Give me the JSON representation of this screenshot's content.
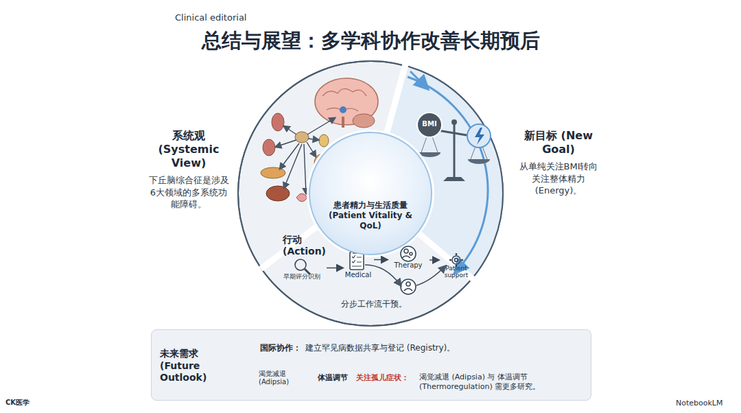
{
  "diagram": {
    "title": "总结与展望：多学科协作改善长期预后",
    "nodes": [
      {
        "text": [
          "系统观 (Systemic View)",
          "下丘脑综合征是涉及6大领域的多系统功能障碍。"
        ]
      },
      {
        "text": [
          "新目标 (New Goal)",
          "从单纯关注BMI转向关注整体精力 (Energy)。"
        ]
      },
      {
        "text": [
          "患者精力与生活质量 (Patient Vitality & QoL)"
        ]
      },
      {
        "text": [
          "行动 (Action)",
          "分步工作流干预。"
        ]
      },
      {
        "text": [
          "早期评分识别"
        ],
        "in": 3
      },
      {
        "text": [
          "Medical"
        ],
        "in": 3
      },
      {
        "text": [
          "Therapy"
        ],
        "in": 3
      },
      {
        "text": [
          "Patient support"
        ],
        "in": 3
      },
      {
        "text": [
          "未来需求 (Future Outlook)",
          "国际协作：",
          "建立罕见病数据共享与登记 (Registry)。",
          "渴觉减退 (Adipsia)",
          "体温调节",
          "关注孤儿症状：",
          "渴觉减退 (Adipsia) 与 体温调节 (Thermoregulation) 需更多研究。"
        ]
      }
    ],
    "edges": [
      {
        "from": 4,
        "to": 5,
        "arrow": "to"
      },
      {
        "from": 5,
        "to": 6,
        "arrow": "to"
      },
      {
        "from": 6,
        "to": 7,
        "arrow": "to"
      }
    ],
    "labels": [
      "Clinical editorial",
      "BMI",
      "CK医学",
      "NotebookLM"
    ]
  }
}
